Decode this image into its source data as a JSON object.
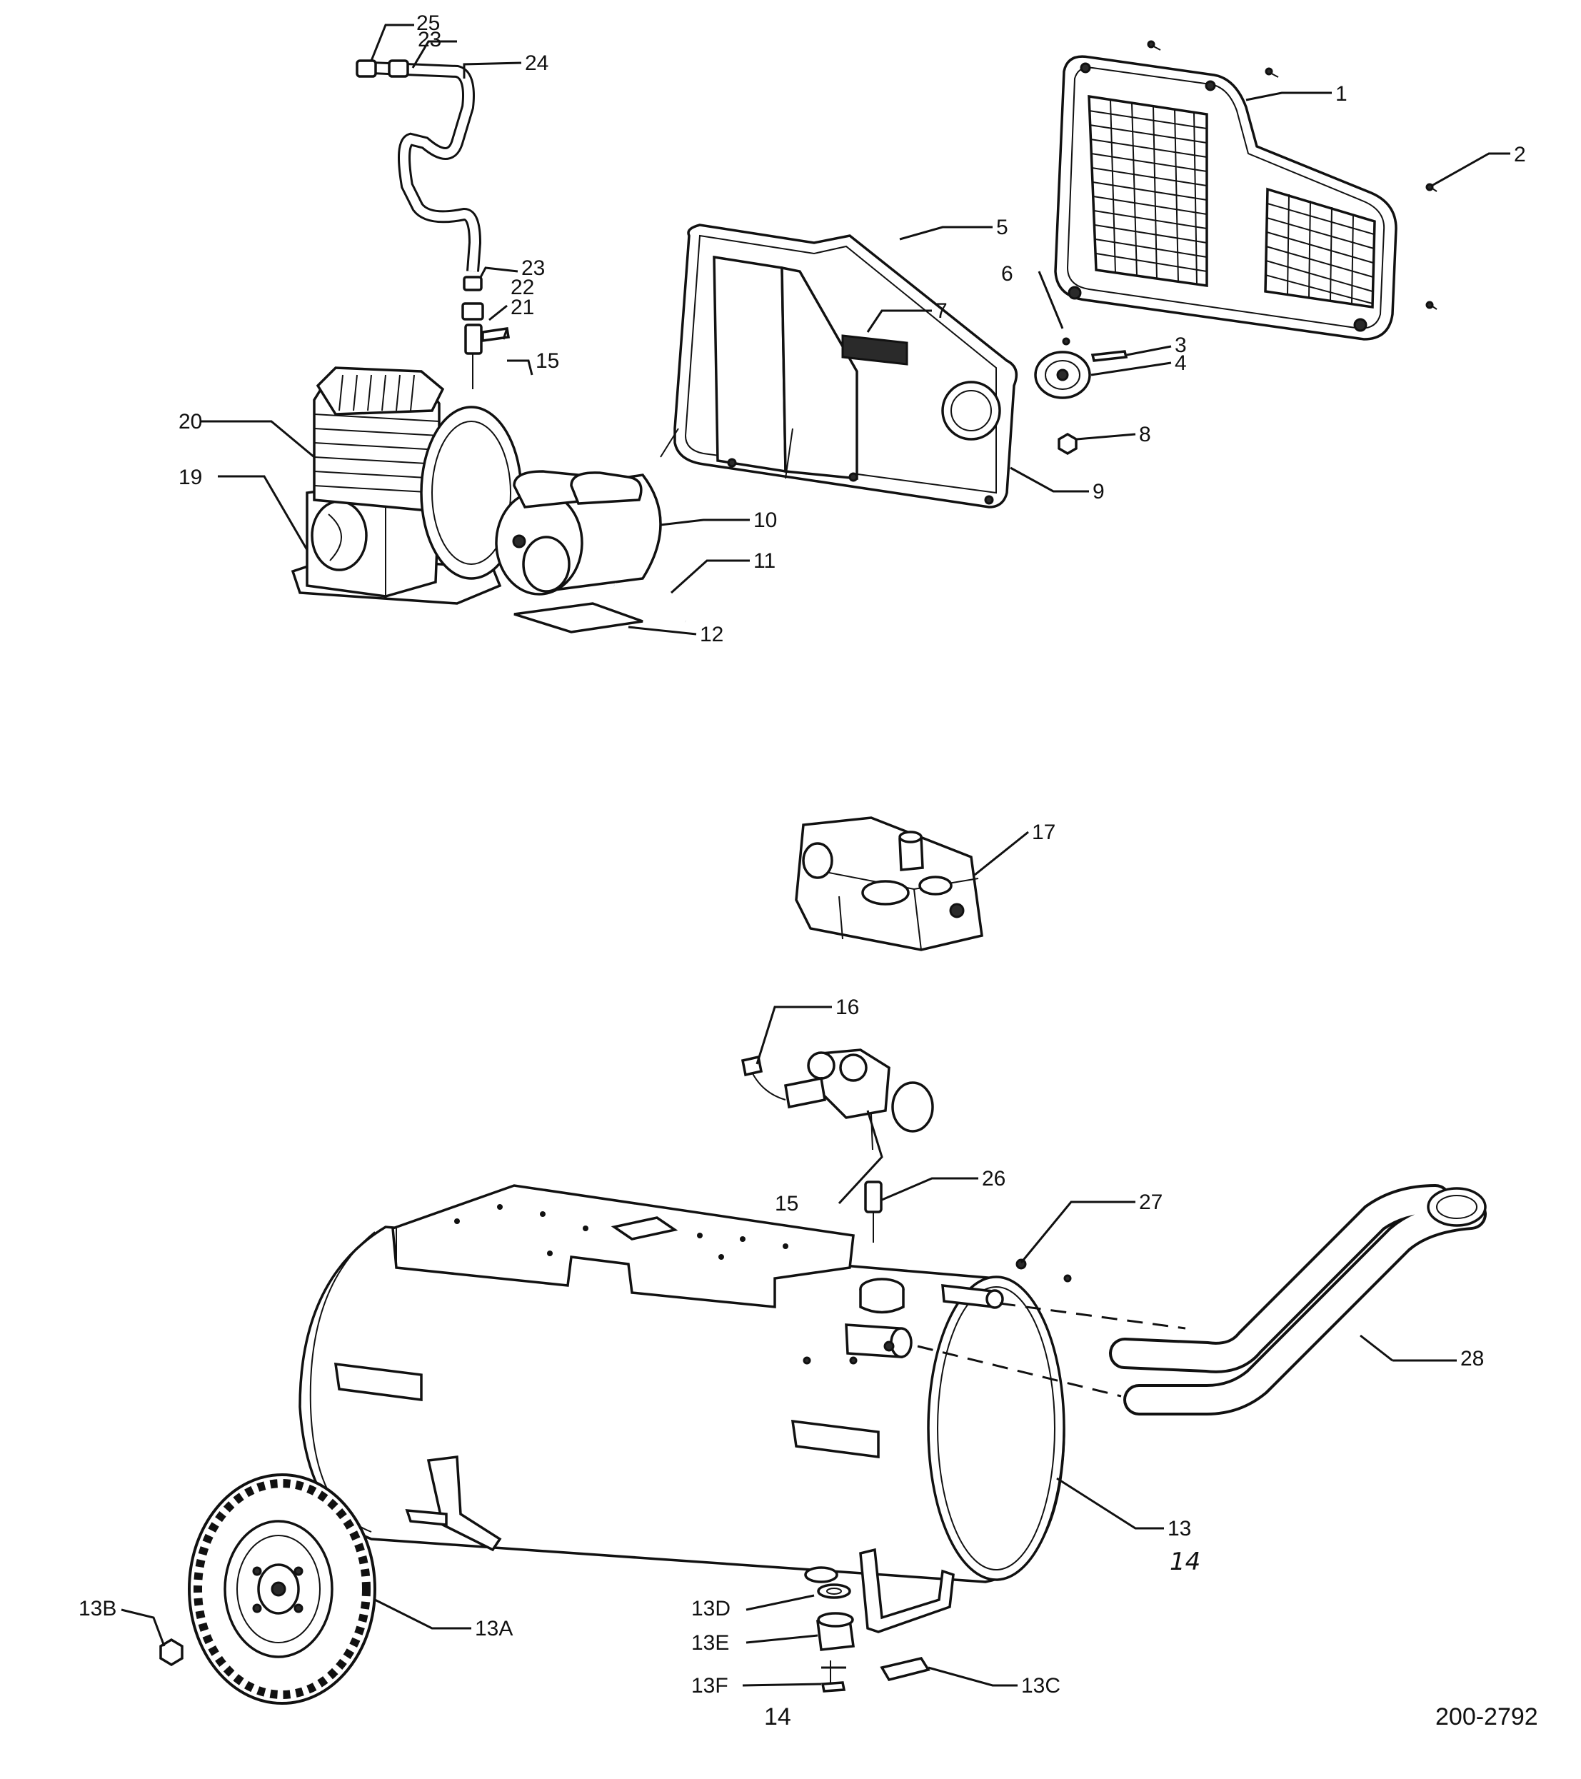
{
  "callouts": [
    {
      "id": "1",
      "text": "1"
    },
    {
      "id": "2",
      "text": "2"
    },
    {
      "id": "3",
      "text": "3"
    },
    {
      "id": "4",
      "text": "4"
    },
    {
      "id": "5",
      "text": "5"
    },
    {
      "id": "6",
      "text": "6"
    },
    {
      "id": "7",
      "text": "7"
    },
    {
      "id": "8",
      "text": "8"
    },
    {
      "id": "9",
      "text": "9"
    },
    {
      "id": "10",
      "text": "10"
    },
    {
      "id": "11",
      "text": "11"
    },
    {
      "id": "12",
      "text": "12"
    },
    {
      "id": "13",
      "text": "13"
    },
    {
      "id": "13A",
      "text": "13A"
    },
    {
      "id": "13B",
      "text": "13B"
    },
    {
      "id": "13C",
      "text": "13C"
    },
    {
      "id": "13D",
      "text": "13D"
    },
    {
      "id": "13E",
      "text": "13E"
    },
    {
      "id": "13F",
      "text": "13F"
    },
    {
      "id": "14",
      "text": "14"
    },
    {
      "id": "15a",
      "text": "15"
    },
    {
      "id": "15b",
      "text": "15"
    },
    {
      "id": "16",
      "text": "16"
    },
    {
      "id": "17",
      "text": "17"
    },
    {
      "id": "19",
      "text": "19"
    },
    {
      "id": "20",
      "text": "20"
    },
    {
      "id": "21",
      "text": "21"
    },
    {
      "id": "22",
      "text": "22"
    },
    {
      "id": "23a",
      "text": "23"
    },
    {
      "id": "23b",
      "text": "23"
    },
    {
      "id": "24",
      "text": "24"
    },
    {
      "id": "25",
      "text": "25"
    },
    {
      "id": "26",
      "text": "26"
    },
    {
      "id": "27",
      "text": "27"
    },
    {
      "id": "28",
      "text": "28"
    }
  ],
  "handwritten_note": "14",
  "page_number": "14",
  "doc_number": "200-2792"
}
